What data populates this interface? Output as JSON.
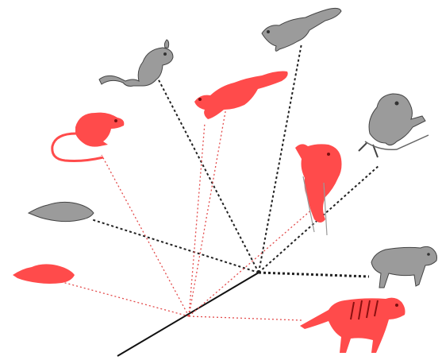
{
  "colors": {
    "background": "#ffffff",
    "trunk": "#111111",
    "placental_branch": "#222222",
    "marsupial_branch": "#e34b4b",
    "marsupial_fill": "#ff4b4b",
    "placental_fill": "#9b9b9b",
    "outline": "#444444"
  },
  "figure": {
    "type": "convergent-evolution-tree",
    "text_labels": []
  },
  "animals": [
    {
      "id": "jerboa",
      "group": "placental",
      "icon": "jerboa-silhouette"
    },
    {
      "id": "flying-squirrel",
      "group": "placental",
      "icon": "flying-squirrel-silhouette"
    },
    {
      "id": "sugar-glider",
      "group": "marsupial",
      "icon": "glider-silhouette"
    },
    {
      "id": "marsupial-mouse",
      "group": "marsupial",
      "icon": "hopping-mouse-silhouette"
    },
    {
      "id": "lemur",
      "group": "placental",
      "icon": "lemur-silhouette"
    },
    {
      "id": "cuscus",
      "group": "marsupial",
      "icon": "climbing-marsupial-silhouette"
    },
    {
      "id": "mole",
      "group": "placental",
      "icon": "mole-silhouette"
    },
    {
      "id": "marsupial-mole",
      "group": "marsupial",
      "icon": "marsupial-mole-silhouette"
    },
    {
      "id": "wolf",
      "group": "placental",
      "icon": "wolf-silhouette"
    },
    {
      "id": "thylacine",
      "group": "marsupial",
      "icon": "thylacine-silhouette"
    }
  ]
}
